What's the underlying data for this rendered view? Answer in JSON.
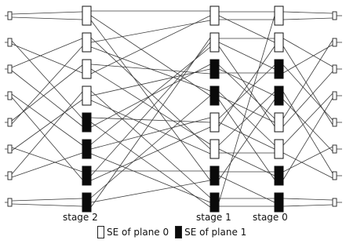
{
  "diagram": {
    "num_ports": 8,
    "stages": [
      {
        "label": "stage 2",
        "se_planes": [
          0,
          0,
          0,
          0,
          1,
          1,
          1,
          1
        ]
      },
      {
        "label": "stage 1",
        "se_planes": [
          0,
          0,
          1,
          1,
          0,
          0,
          1,
          1
        ]
      },
      {
        "label": "stage 0",
        "se_planes": [
          0,
          0,
          1,
          1,
          0,
          0,
          1,
          1
        ]
      }
    ],
    "legend": {
      "plane0_label": "SE of plane 0",
      "plane1_label": "SE of plane 1"
    },
    "colors": {
      "plane0_fill": "#ffffff",
      "plane1_fill": "#0a0a0a",
      "line": "#3a3a3a"
    }
  }
}
